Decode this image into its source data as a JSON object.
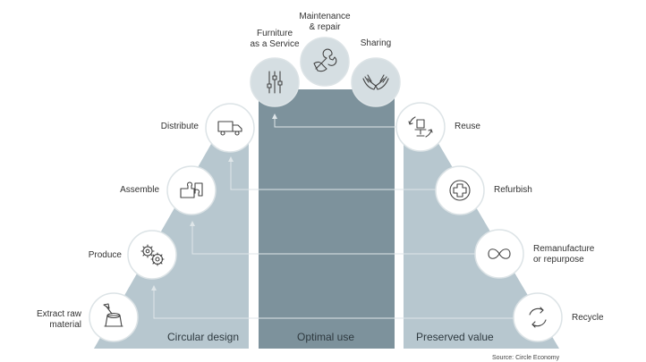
{
  "colors": {
    "left_band": "#b7c7cf",
    "center_band": "#7d929c",
    "right_band": "#b7c7cf",
    "circle_fill": "#ffffff",
    "circle_stroke": "#dce3e6",
    "top_circle_fill": "#d5dee2",
    "arrow_line": "#dfe6e9",
    "icon_stroke": "#444444"
  },
  "sections": {
    "circular_design": "Circular design",
    "optimal_use": "Optimal use",
    "preserved_value": "Preserved value"
  },
  "left_steps": [
    {
      "label_line1": "Extract raw",
      "label_line2": "material",
      "icon": "tree-stump-axe-icon"
    },
    {
      "label_line1": "Produce",
      "label_line2": "",
      "icon": "gears-icon"
    },
    {
      "label_line1": "Assemble",
      "label_line2": "",
      "icon": "puzzle-icon"
    },
    {
      "label_line1": "Distribute",
      "label_line2": "",
      "icon": "truck-icon"
    }
  ],
  "top_steps": [
    {
      "label_line1": "Furniture",
      "label_line2": "as a Service",
      "icon": "sliders-icon"
    },
    {
      "label_line1": "Maintenance",
      "label_line2": "& repair",
      "icon": "wrench-hand-icon"
    },
    {
      "label_line1": "Sharing",
      "label_line2": "",
      "icon": "open-hands-icon"
    }
  ],
  "right_steps": [
    {
      "label_line1": "Reuse",
      "label_line2": "",
      "icon": "chair-cycle-icon"
    },
    {
      "label_line1": "Refurbish",
      "label_line2": "",
      "icon": "plus-cross-icon"
    },
    {
      "label_line1": "Remanufacture",
      "label_line2": "or repurpose",
      "icon": "infinity-icon"
    },
    {
      "label_line1": "Recycle",
      "label_line2": "",
      "icon": "recycle-arrows-icon"
    }
  ],
  "source": "Source: Circle Economy"
}
